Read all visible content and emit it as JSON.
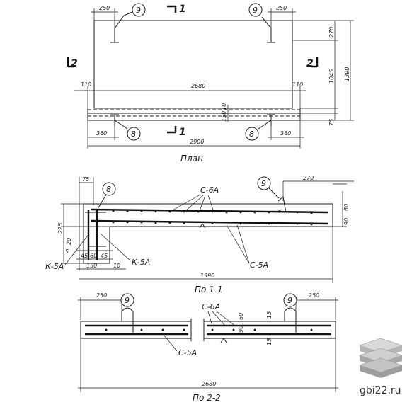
{
  "plan": {
    "caption": "План",
    "dims": {
      "d250_left": "250",
      "d250_right": "250",
      "d270": "270",
      "d1045": "1045",
      "d1390": "1390",
      "d110_left": "110",
      "d110_right": "110",
      "d2680": "2680",
      "d10": "10",
      "d150": "150",
      "d75": "75",
      "d360_left": "360",
      "d360_right": "360",
      "d2900": "2900"
    },
    "marks": {
      "m9a": "9",
      "m9b": "9",
      "m8a": "8",
      "m8b": "8"
    },
    "section_marks": {
      "s1_top": "1",
      "s1_bottom": "1",
      "s2_left": "2",
      "s2_right": "2"
    }
  },
  "section1": {
    "caption": "По 1-1",
    "dims": {
      "d75": "75",
      "d270": "270",
      "d60": "60",
      "d90": "90",
      "d225": "225",
      "d20": "20",
      "d5": "5",
      "d45a": "45",
      "d60b": "60",
      "d45b": "45",
      "d150": "150",
      "d10": "10",
      "d1390": "1390"
    },
    "marks": {
      "m8": "8",
      "m9": "9"
    },
    "callouts": {
      "c6": "С-6А",
      "c5": "С-5А",
      "k5a": "К-5А",
      "k5b": "К-5А"
    }
  },
  "section2": {
    "caption": "По 2-2",
    "dims": {
      "d250_left": "250",
      "d250_right": "250",
      "d60": "60",
      "d90": "90",
      "d15a": "15",
      "d15b": "15",
      "d2680": "2680"
    },
    "marks": {
      "m9a": "9",
      "m9b": "9"
    },
    "callouts": {
      "c6": "С-6А",
      "c5": "С-5А"
    }
  },
  "watermark": {
    "text": "gbi22.ru"
  }
}
